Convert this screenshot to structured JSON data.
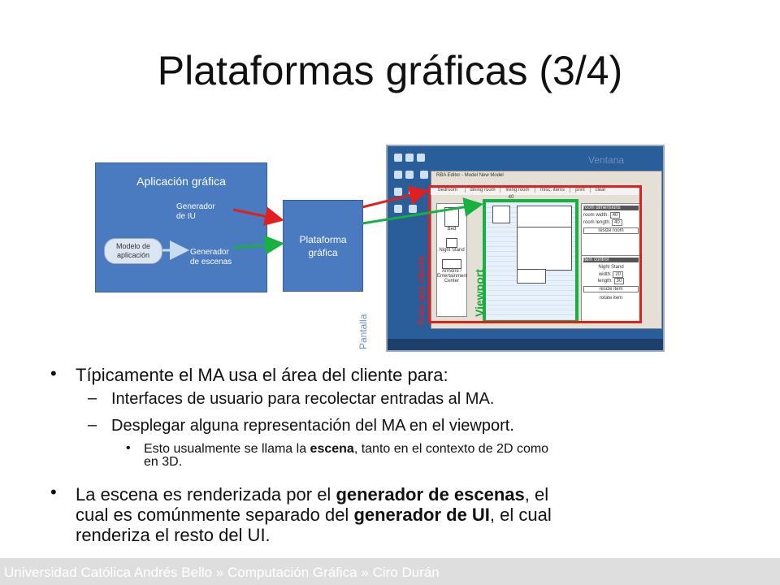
{
  "slide": {
    "title": "Plataformas gráficas (3/4)"
  },
  "diagram": {
    "app_title": "Aplicación gráfica",
    "gen_iu": [
      "Generador",
      "de IU"
    ],
    "gen_escenas": [
      "Generador",
      "de escenas"
    ],
    "modelo": [
      "Modelo de",
      "aplicación"
    ],
    "plataforma": [
      "Plataforma",
      "gráfica"
    ],
    "ventana": "Ventana",
    "pantalla": "Pantalla",
    "area_cliente": "Área app cliente",
    "viewport": "Viewport",
    "window_title": "RBA Editor - Model New Model",
    "tabs": [
      "bedroom",
      "dining room",
      "living room",
      "misc. items",
      "print",
      "clear"
    ],
    "items": [
      "Bed",
      "Night Stand",
      "Armoire / Entertainment Center"
    ],
    "room_panel": {
      "heading": "room dimensions",
      "width_label": "room width:",
      "width_value": "40",
      "length_label": "room length:",
      "length_value": "40",
      "button": "resize room"
    },
    "item_panel": {
      "heading": "item control",
      "name": "Night Stand",
      "width_label": "width:",
      "width_value": "20",
      "length_label": "length:",
      "length_value": "30",
      "button": "resize item",
      "rotate": "rotate item"
    },
    "ruler_value": "40"
  },
  "bullets": {
    "b1": "Típicamente el MA usa el área del cliente para:",
    "b1_sub1": "Interfaces de usuario para recolectar entradas al MA.",
    "b1_sub2": "Desplegar alguna representación del MA en el viewport.",
    "b1_sub2_sub1_pre": "Esto usualmente se llama la ",
    "b1_sub2_sub1_bold": "escena",
    "b1_sub2_sub1_post": ", tanto en el contexto de 2D como",
    "b1_sub2_sub1_line2": "en 3D.",
    "b2_pre": "La escena es renderizada por el ",
    "b2_bold1": "generador de escenas",
    "b2_mid1": ", el",
    "b2_line2_pre": "cual es comúnmente separado del ",
    "b2_bold2": "generador de UI",
    "b2_line2_post": ", el cual",
    "b2_line3": "renderiza el resto del UI."
  },
  "footer": {
    "text": "Universidad Católica Andrés Bello » Computación Gráfica » Ciro Durán"
  },
  "colors": {
    "box_blue": "#4a7abf",
    "arrow_red": "#e02020",
    "arrow_green": "#18b040",
    "label_blue": "#6b8fb8"
  }
}
